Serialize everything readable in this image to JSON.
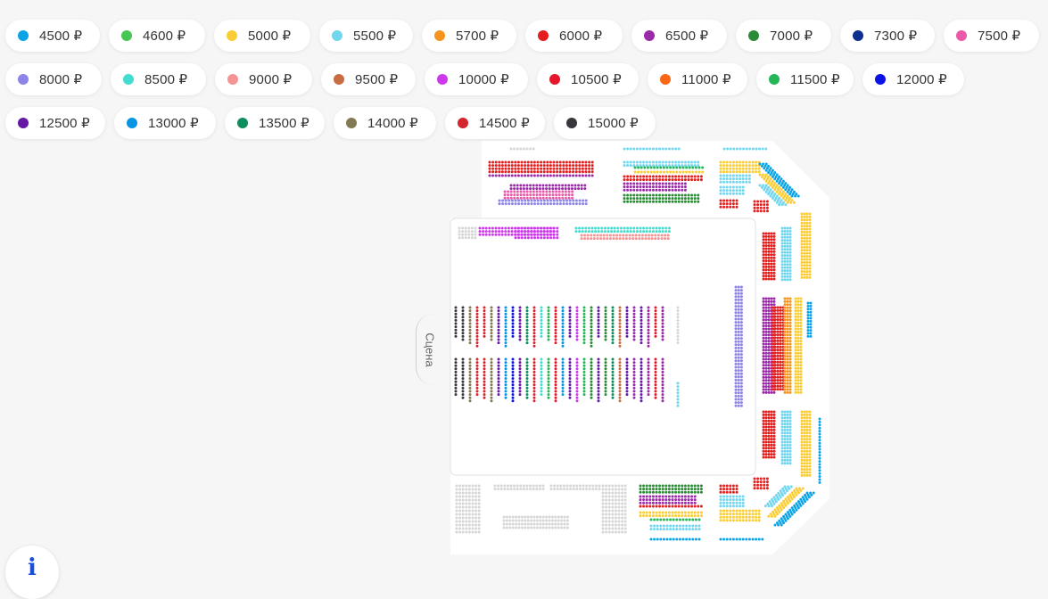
{
  "legend": {
    "items": [
      {
        "label": "4500 ₽",
        "color": "#0aa4e6"
      },
      {
        "label": "4600 ₽",
        "color": "#47c653"
      },
      {
        "label": "5000 ₽",
        "color": "#fbcd35"
      },
      {
        "label": "5500 ₽",
        "color": "#72d6ef"
      },
      {
        "label": "5700 ₽",
        "color": "#f5951d"
      },
      {
        "label": "6000 ₽",
        "color": "#e41d1d"
      },
      {
        "label": "6500 ₽",
        "color": "#9a2aa8"
      },
      {
        "label": "7000 ₽",
        "color": "#2a8a35"
      },
      {
        "label": "7300 ₽",
        "color": "#0d2f8f"
      },
      {
        "label": "7500 ₽",
        "color": "#e959a8"
      },
      {
        "label": "8000 ₽",
        "color": "#8c84e6"
      },
      {
        "label": "8500 ₽",
        "color": "#44dbd0"
      },
      {
        "label": "9000 ₽",
        "color": "#f49494"
      },
      {
        "label": "9500 ₽",
        "color": "#c86c44"
      },
      {
        "label": "10000 ₽",
        "color": "#cd38eb"
      },
      {
        "label": "10500 ₽",
        "color": "#e5182b"
      },
      {
        "label": "11000 ₽",
        "color": "#fa6714"
      },
      {
        "label": "11500 ₽",
        "color": "#26b559"
      },
      {
        "label": "12000 ₽",
        "color": "#0c12e6"
      },
      {
        "label": "12500 ₽",
        "color": "#6519a4"
      },
      {
        "label": "13000 ₽",
        "color": "#0a95e4"
      },
      {
        "label": "13500 ₽",
        "color": "#0e8e5e"
      },
      {
        "label": "14000 ₽",
        "color": "#837a55"
      },
      {
        "label": "14500 ₽",
        "color": "#d2252e"
      },
      {
        "label": "15000 ₽",
        "color": "#37373d"
      }
    ]
  },
  "stage": {
    "label": "Сцена"
  },
  "info": {
    "label": "i"
  }
}
